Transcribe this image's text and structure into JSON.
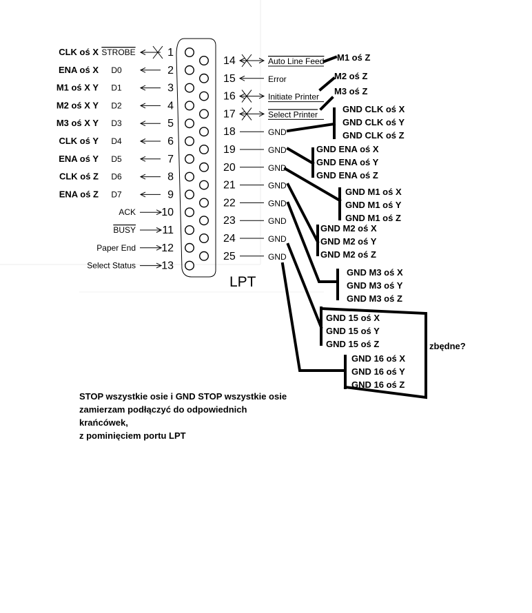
{
  "connector_title": "LPT",
  "left_pins": [
    {
      "num": "1",
      "signal": "STROBE",
      "overline": true,
      "arrow": "left",
      "crossed": true,
      "label": "CLK oś X"
    },
    {
      "num": "2",
      "signal": "D0",
      "overline": false,
      "arrow": "left",
      "crossed": false,
      "label": "ENA oś X"
    },
    {
      "num": "3",
      "signal": "D1",
      "overline": false,
      "arrow": "left",
      "crossed": false,
      "label": "M1 oś X Y"
    },
    {
      "num": "4",
      "signal": "D2",
      "overline": false,
      "arrow": "left",
      "crossed": false,
      "label": "M2 oś X Y"
    },
    {
      "num": "5",
      "signal": "D3",
      "overline": false,
      "arrow": "left",
      "crossed": false,
      "label": "M3 oś X Y"
    },
    {
      "num": "6",
      "signal": "D4",
      "overline": false,
      "arrow": "left",
      "crossed": false,
      "label": "CLK oś Y"
    },
    {
      "num": "7",
      "signal": "D5",
      "overline": false,
      "arrow": "left",
      "crossed": false,
      "label": "ENA oś Y"
    },
    {
      "num": "8",
      "signal": "D6",
      "overline": false,
      "arrow": "left",
      "crossed": false,
      "label": "CLK oś Z"
    },
    {
      "num": "9",
      "signal": "D7",
      "overline": false,
      "arrow": "left",
      "crossed": false,
      "label": "ENA oś Z"
    },
    {
      "num": "10",
      "signal": "ACK",
      "overline": false,
      "arrow": "right",
      "crossed": false,
      "label": ""
    },
    {
      "num": "11",
      "signal": "BUSY",
      "overline": true,
      "arrow": "right",
      "crossed": false,
      "label": ""
    },
    {
      "num": "12",
      "signal": "Paper End",
      "overline": false,
      "arrow": "right",
      "crossed": false,
      "label": ""
    },
    {
      "num": "13",
      "signal": "Select Status",
      "overline": false,
      "arrow": "right",
      "crossed": false,
      "label": ""
    }
  ],
  "right_pins": [
    {
      "num": "14",
      "signal": "Auto Line Feed",
      "overline": true,
      "arrow": "both",
      "crossed": true
    },
    {
      "num": "15",
      "signal": "Error",
      "overline": false,
      "arrow": "left",
      "crossed": false
    },
    {
      "num": "16",
      "signal": "Initiate Printer",
      "overline": false,
      "arrow": "both",
      "crossed": true
    },
    {
      "num": "17",
      "signal": "Select Printer",
      "overline": true,
      "arrow": "both",
      "crossed": true
    },
    {
      "num": "18",
      "signal": "GND",
      "overline": false,
      "arrow": "none",
      "crossed": false
    },
    {
      "num": "19",
      "signal": "GND",
      "overline": false,
      "arrow": "none",
      "crossed": false
    },
    {
      "num": "20",
      "signal": "GND",
      "overline": false,
      "arrow": "none",
      "crossed": false
    },
    {
      "num": "21",
      "signal": "GND",
      "overline": false,
      "arrow": "none",
      "crossed": false
    },
    {
      "num": "22",
      "signal": "GND",
      "overline": false,
      "arrow": "none",
      "crossed": false
    },
    {
      "num": "23",
      "signal": "GND",
      "overline": false,
      "arrow": "none",
      "crossed": false
    },
    {
      "num": "24",
      "signal": "GND",
      "overline": false,
      "arrow": "none",
      "crossed": false
    },
    {
      "num": "25",
      "signal": "GND",
      "overline": false,
      "arrow": "none",
      "crossed": false
    }
  ],
  "right_labels": {
    "m1_z": "M1 oś  Z",
    "m2_z": "M2 oś  Z",
    "m3_z": "M3 oś  Z"
  },
  "gnd_groups": [
    {
      "id": "gnd-clk",
      "lines": [
        "GND CLK oś X",
        "GND CLK oś Y",
        "GND CLK oś Z"
      ]
    },
    {
      "id": "gnd-ena",
      "lines": [
        "GND ENA oś X",
        "GND ENA oś Y",
        "GND ENA oś Z"
      ]
    },
    {
      "id": "gnd-m1",
      "lines": [
        "GND M1 oś X",
        "GND M1 oś Y",
        "GND M1 oś Z"
      ]
    },
    {
      "id": "gnd-m2",
      "lines": [
        "GND M2 oś X",
        "GND M2 oś Y",
        "GND M2 oś Z"
      ]
    },
    {
      "id": "gnd-m3",
      "lines": [
        "GND M3 oś X",
        "GND M3 oś Y",
        "GND M3 oś Z"
      ]
    },
    {
      "id": "gnd-15",
      "lines": [
        "GND 15 oś X",
        "GND 15 oś Y",
        "GND 15 oś Z"
      ]
    },
    {
      "id": "gnd-16",
      "lines": [
        "GND 16 oś X",
        "GND 16 oś Y",
        "GND 16 oś Z"
      ]
    }
  ],
  "redundant_label": "zbędne?",
  "note_lines": [
    "STOP wszystkie osie i GND STOP wszystkie osie",
    "zamierzam podłączyć do odpowiednich",
    "krańcówek,",
    "z pominięciem portu LPT"
  ]
}
